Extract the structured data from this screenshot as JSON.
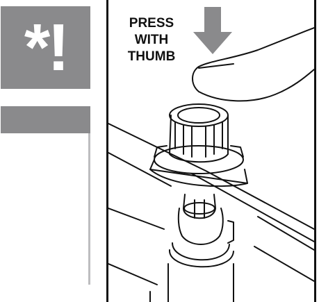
{
  "badge": {
    "symbol": "*!",
    "color": "#8a8a8c"
  },
  "figure": {
    "instruction_lines": [
      "PRESS",
      "WITH",
      "THUMB"
    ],
    "arrow_color": "#8a8a8c"
  }
}
